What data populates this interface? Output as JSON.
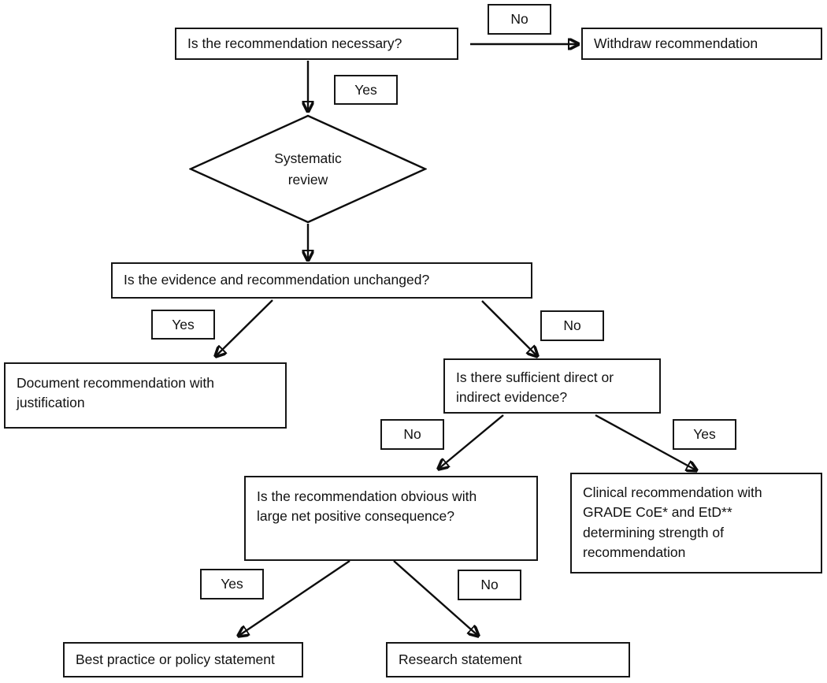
{
  "diagram": {
    "title": "Recommendation update decision flowchart",
    "line_color": "#0d0d0d",
    "box_border_color": "#161616",
    "background": "#ffffff"
  },
  "nodes": {
    "q_necessary": "Is the recommendation necessary?",
    "withdraw": "Withdraw recommendation",
    "systematic_review": "Systematic\nreview",
    "q_unchanged": "Is the evidence and recommendation unchanged?",
    "document": "Document recommendation with\njustification",
    "q_sufficient_evidence": "Is there sufficient direct or\nindirect evidence?",
    "clinical_recommendation": "Clinical recommendation with\nGRADE CoE* and EtD**\ndetermining strength of\nrecommendation",
    "q_obvious": "Is the recommendation obvious with\nlarge net positive consequence?",
    "best_practice": "Best practice or policy statement",
    "research": "Research statement"
  },
  "edge_labels": {
    "necessary_no": "No",
    "necessary_yes": "Yes",
    "unchanged_yes": "Yes",
    "unchanged_no": "No",
    "evidence_no": "No",
    "evidence_yes": "Yes",
    "obvious_yes": "Yes",
    "obvious_no": "No"
  }
}
